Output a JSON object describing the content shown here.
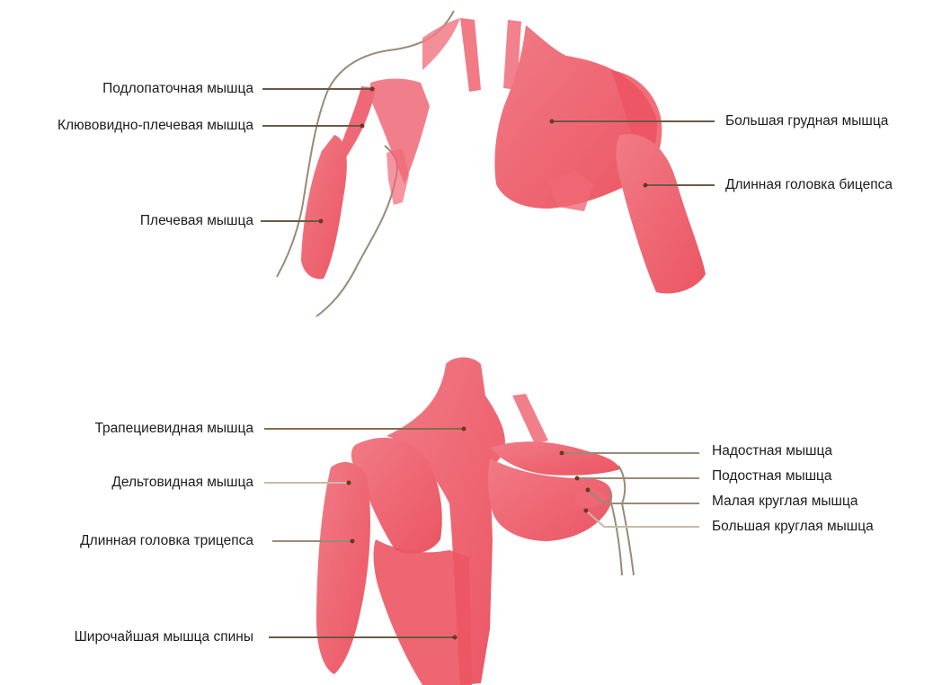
{
  "colors": {
    "muscle": "#ef5d6a",
    "muscle_light": "#f7a9b0",
    "muscle_stroke": "#e27a84",
    "outline": "#9a8a78",
    "leader_dark": "#6b5a44",
    "leader_light": "#c8baa8"
  },
  "front_view": {
    "labels": [
      {
        "text": "Подлопаточная мышца"
      },
      {
        "text": "Клювовидно-плечевая мышца"
      },
      {
        "text": "Плечевая мышца"
      },
      {
        "text": "Большая грудная мышца"
      },
      {
        "text": "Длинная головка бицепса"
      }
    ]
  },
  "back_view": {
    "labels": [
      {
        "text": "Трапециевидная мышца"
      },
      {
        "text": "Дельтовидная мышца"
      },
      {
        "text": "Длинная головка трицепса"
      },
      {
        "text": "Широчайшая мышца спины"
      },
      {
        "text": "Надостная мышца"
      },
      {
        "text": "Подостная мышца"
      },
      {
        "text": "Малая круглая мышца"
      },
      {
        "text": "Большая круглая мышца"
      }
    ]
  }
}
